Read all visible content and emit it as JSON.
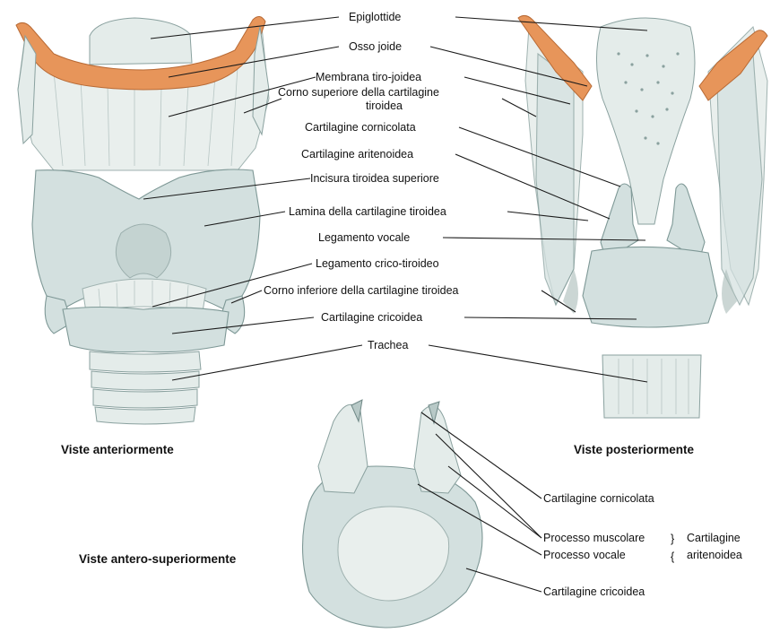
{
  "labels": {
    "epiglottide": "Epiglottide",
    "osso_joide": "Osso joide",
    "membrana_tiro_joidea": "Membrana tiro-joidea",
    "corno_superiore_1": "Corno superiore della cartilagine",
    "corno_superiore_2": "tiroidea",
    "cartilagine_cornicolata": "Cartilagine cornicolata",
    "cartilagine_aritenoidea": "Cartilagine aritenoidea",
    "incisura_tiroidea": "Incisura tiroidea superiore",
    "lamina_tiroidea": "Lamina della cartilagine tiroidea",
    "legamento_vocale": "Legamento vocale",
    "legamento_crico_tiroideo": "Legamento crico-tiroideo",
    "corno_inferiore": "Corno inferiore della cartilagine tiroidea",
    "cartilagine_cricoidea": "Cartilagine cricoidea",
    "trachea": "Trachea",
    "b_cartilagine_cornicolata": "Cartilagine cornicolata",
    "b_processo_muscolare": "Processo muscolare",
    "b_processo_vocale": "Processo vocale",
    "b_cartilagine_1": "Cartilagine",
    "b_cartilagine_2": "aritenoidea",
    "b_cartilagine_cricoidea": "Cartilagine cricoidea"
  },
  "captions": {
    "anterior": "Viste anteriormente",
    "posterior": "Viste posteriormente",
    "antero_superior": "Viste antero-superiormente"
  },
  "colors": {
    "bone": "#e7955a",
    "cartilage": "#d3e0df",
    "membrane": "#e9efed"
  }
}
